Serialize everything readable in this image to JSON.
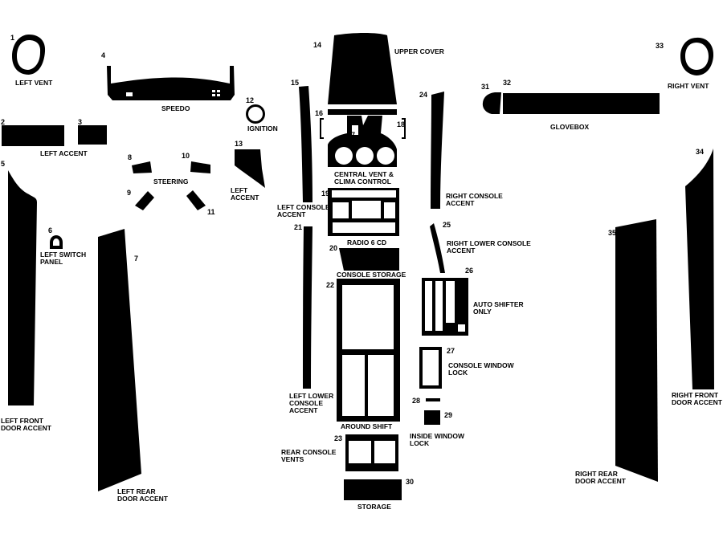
{
  "diagram": {
    "pieces": [
      {
        "number": "1",
        "label": "LEFT VENT"
      },
      {
        "number": "2",
        "label": ""
      },
      {
        "number": "3",
        "label": "LEFT ACCENT"
      },
      {
        "number": "4",
        "label": "SPEEDO"
      },
      {
        "number": "5",
        "label": "LEFT FRONT DOOR ACCENT"
      },
      {
        "number": "6",
        "label": "LEFT SWITCH PANEL"
      },
      {
        "number": "7",
        "label": "LEFT REAR DOOR ACCENT"
      },
      {
        "number": "8",
        "label": ""
      },
      {
        "number": "9",
        "label": ""
      },
      {
        "number": "10",
        "label": "STEERING"
      },
      {
        "number": "11",
        "label": ""
      },
      {
        "number": "12",
        "label": "IGNITION"
      },
      {
        "number": "13",
        "label": "LEFT ACCENT"
      },
      {
        "number": "14",
        "label": "UPPER COVER"
      },
      {
        "number": "15",
        "label": "LEFT CONSOLE ACCENT"
      },
      {
        "number": "16",
        "label": ""
      },
      {
        "number": "17",
        "label": "CENTRAL VENT & CLIMA CONTROL"
      },
      {
        "number": "18",
        "label": ""
      },
      {
        "number": "19",
        "label": "RADIO 6 CD"
      },
      {
        "number": "20",
        "label": "CONSOLE STORAGE"
      },
      {
        "number": "21",
        "label": "LEFT LOWER CONSOLE ACCENT"
      },
      {
        "number": "22",
        "label": "AROUND SHIFT"
      },
      {
        "number": "23",
        "label": "REAR CONSOLE VENTS"
      },
      {
        "number": "24",
        "label": "RIGHT CONSOLE ACCENT"
      },
      {
        "number": "25",
        "label": "RIGHT LOWER CONSOLE ACCENT"
      },
      {
        "number": "26",
        "label": "AUTO SHIFTER ONLY"
      },
      {
        "number": "27",
        "label": "CONSOLE WINDOW LOCK"
      },
      {
        "number": "28",
        "label": ""
      },
      {
        "number": "29",
        "label": "INSIDE WINDOW LOCK"
      },
      {
        "number": "30",
        "label": "STORAGE"
      },
      {
        "number": "31",
        "label": ""
      },
      {
        "number": "32",
        "label": "GLOVEBOX"
      },
      {
        "number": "33",
        "label": "RIGHT VENT"
      },
      {
        "number": "34",
        "label": "RIGHT FRONT DOOR ACCENT"
      },
      {
        "number": "35",
        "label": "RIGHT REAR DOOR ACCENT"
      }
    ]
  }
}
